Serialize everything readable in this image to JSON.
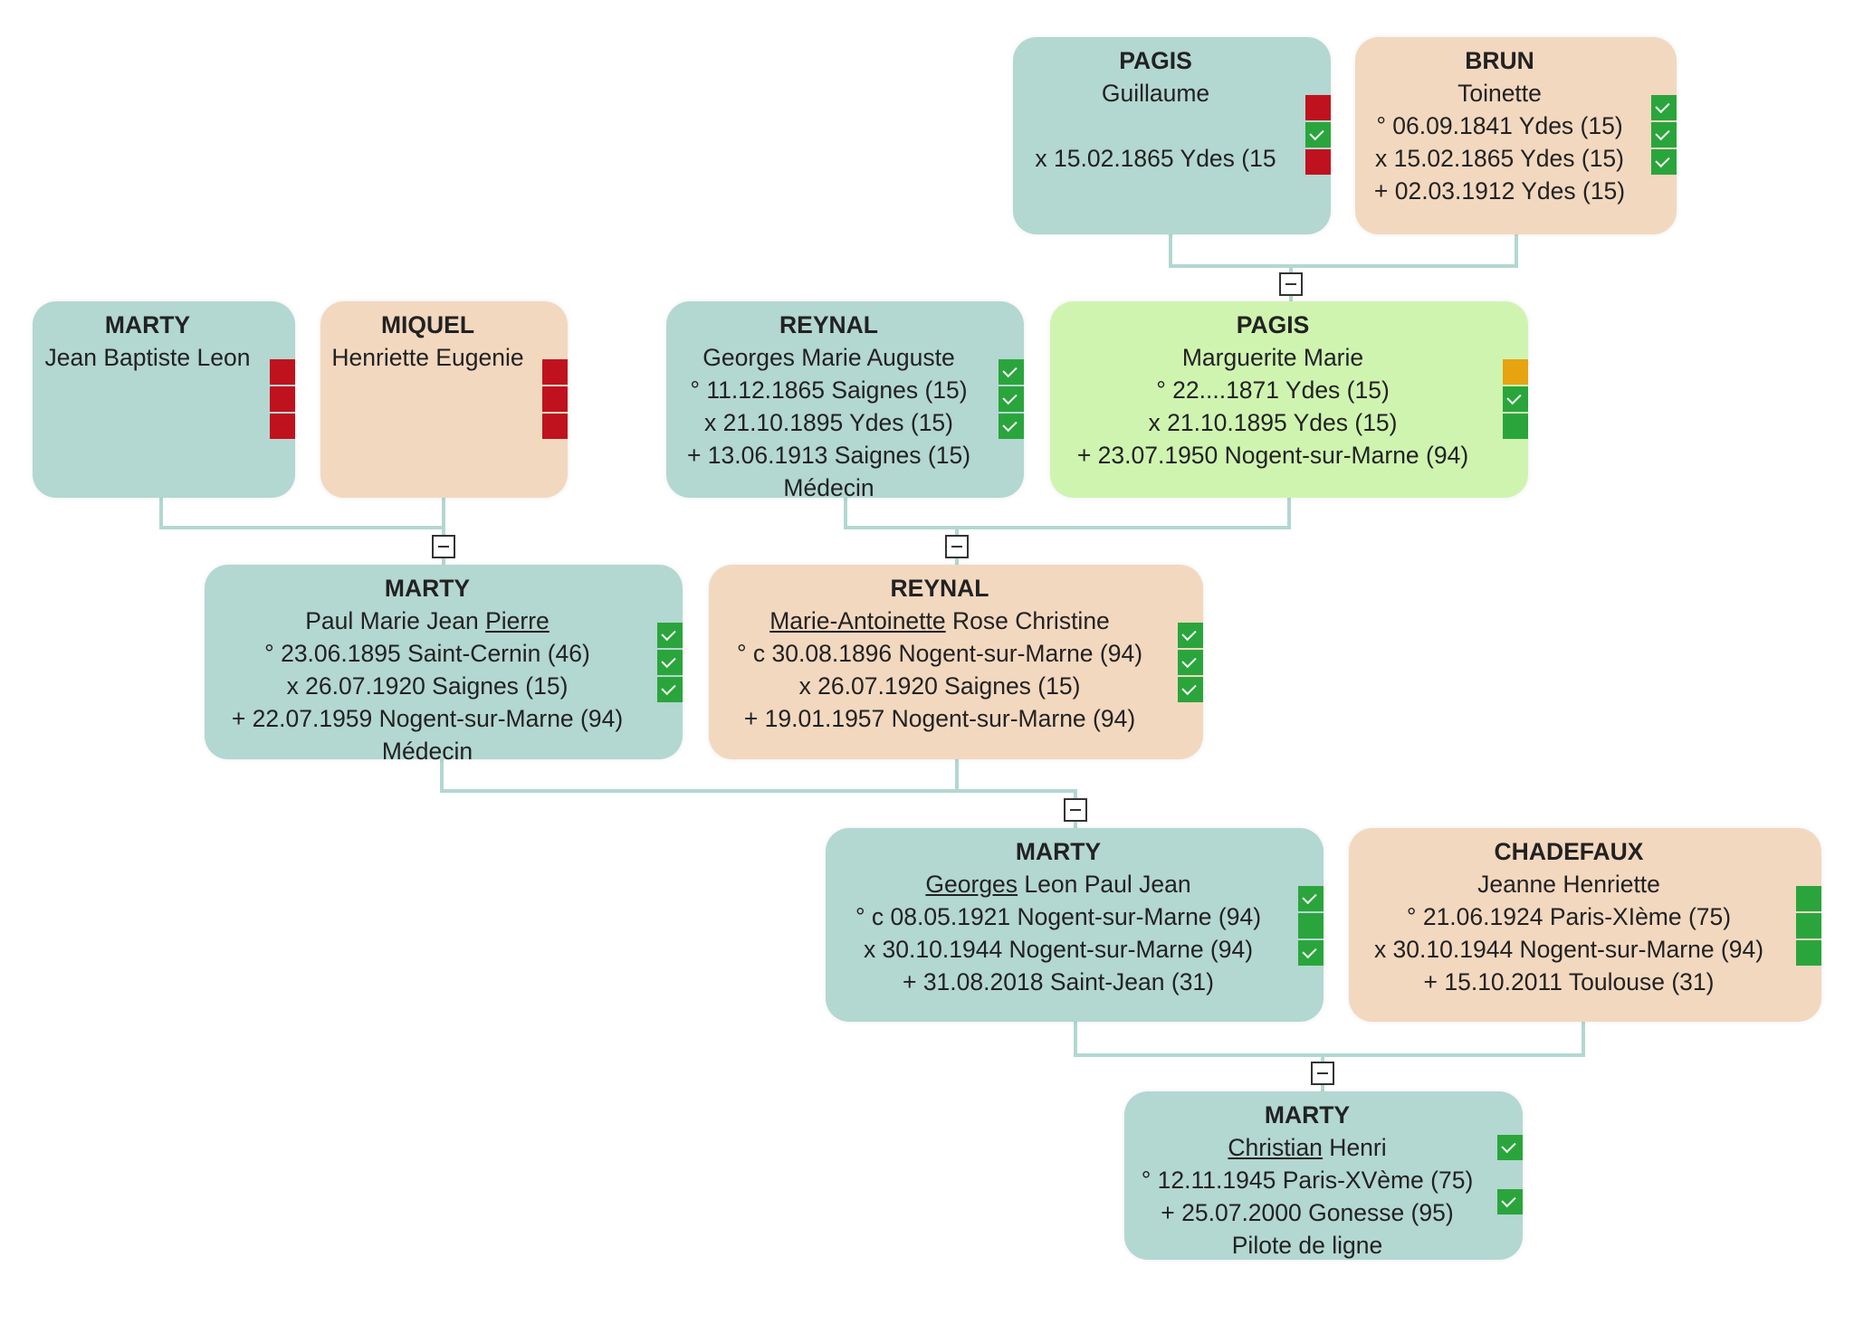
{
  "people": {
    "guillaume_pagis": {
      "surname": "PAGIS",
      "given": [
        {
          "t": "Guillaume",
          "u": false
        }
      ],
      "lines": [
        "",
        "x 15.02.1865 Ydes (15"
      ],
      "flags": [
        "red",
        "green-check",
        "red"
      ]
    },
    "toinette_brun": {
      "surname": "BRUN",
      "given": [
        {
          "t": "Toinette",
          "u": false
        }
      ],
      "lines": [
        "° 06.09.1841 Ydes (15)",
        "x 15.02.1865 Ydes (15)",
        "+ 02.03.1912 Ydes (15)"
      ],
      "flags": [
        "green-check",
        "green-check",
        "green-check"
      ]
    },
    "jean_baptiste_marty": {
      "surname": "MARTY",
      "given": [
        {
          "t": "Jean Baptiste Leon",
          "u": false
        }
      ],
      "lines": [],
      "flags": [
        "red",
        "red",
        "red"
      ]
    },
    "henriette_miquel": {
      "surname": "MIQUEL",
      "given": [
        {
          "t": "Henriette Eugenie",
          "u": false
        }
      ],
      "lines": [],
      "flags": [
        "red",
        "red",
        "red"
      ]
    },
    "georges_reynal": {
      "surname": "REYNAL",
      "given": [
        {
          "t": "Georges Marie Auguste",
          "u": false
        }
      ],
      "lines": [
        "° 11.12.1865 Saignes (15)",
        "x 21.10.1895 Ydes (15)",
        "+ 13.06.1913 Saignes (15)",
        "Médecin"
      ],
      "flags": [
        "green-check",
        "green-check",
        "green-check"
      ]
    },
    "marguerite_pagis": {
      "surname": "PAGIS",
      "given": [
        {
          "t": "Marguerite Marie",
          "u": false
        }
      ],
      "lines": [
        "° 22....1871 Ydes (15)",
        "x 21.10.1895 Ydes (15)",
        "+ 23.07.1950 Nogent-sur-Marne (94)"
      ],
      "flags": [
        "yellow",
        "green-check",
        "green"
      ]
    },
    "pierre_marty": {
      "surname": "MARTY",
      "given": [
        {
          "t": "Paul Marie Jean ",
          "u": false
        },
        {
          "t": "Pierre",
          "u": true
        }
      ],
      "lines": [
        "° 23.06.1895 Saint-Cernin (46)",
        "x 26.07.1920 Saignes (15)",
        "+ 22.07.1959 Nogent-sur-Marne (94)",
        "Médecin"
      ],
      "flags": [
        "green-check",
        "green-check",
        "green-check"
      ]
    },
    "marie_antoinette_reynal": {
      "surname": "REYNAL",
      "given": [
        {
          "t": "Marie-Antoinette",
          "u": true
        },
        {
          "t": " Rose Christine",
          "u": false
        }
      ],
      "lines": [
        "° c 30.08.1896 Nogent-sur-Marne (94)",
        "x 26.07.1920 Saignes (15)",
        "+ 19.01.1957 Nogent-sur-Marne (94)"
      ],
      "flags": [
        "green-check",
        "green-check",
        "green-check"
      ]
    },
    "georges_marty": {
      "surname": "MARTY",
      "given": [
        {
          "t": "Georges",
          "u": true
        },
        {
          "t": " Leon Paul Jean",
          "u": false
        }
      ],
      "lines": [
        "° c 08.05.1921 Nogent-sur-Marne (94)",
        "x 30.10.1944 Nogent-sur-Marne (94)",
        "+ 31.08.2018 Saint-Jean (31)"
      ],
      "flags": [
        "green-check",
        "green",
        "green-check"
      ]
    },
    "jeanne_chadefaux": {
      "surname": "CHADEFAUX",
      "given": [
        {
          "t": "Jeanne Henriette",
          "u": false
        }
      ],
      "lines": [
        "° 21.06.1924 Paris-XIème (75)",
        "x 30.10.1944 Nogent-sur-Marne (94)",
        "+ 15.10.2011 Toulouse (31)"
      ],
      "flags": [
        "green",
        "green",
        "green"
      ]
    },
    "christian_marty": {
      "surname": "MARTY",
      "given": [
        {
          "t": "Christian",
          "u": true
        },
        {
          "t": " Henri",
          "u": false
        }
      ],
      "lines": [
        "° 12.11.1945 Paris-XVème (75)",
        "+ 25.07.2000 Gonesse (95)",
        "Pilote de ligne"
      ],
      "flags": [
        "green-check",
        "",
        "green-check"
      ]
    }
  }
}
